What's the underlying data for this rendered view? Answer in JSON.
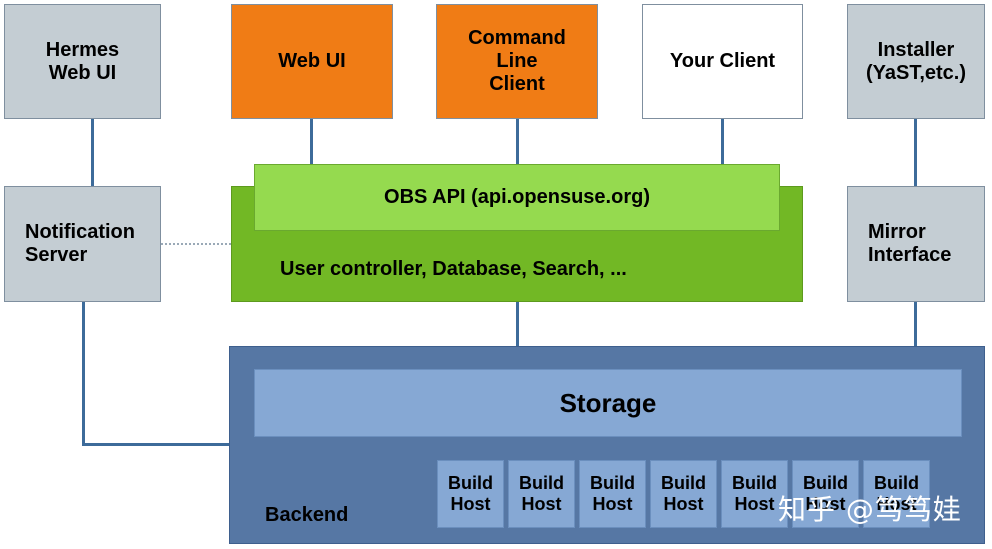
{
  "clients": {
    "hermes": "Hermes\nWeb UI",
    "webui": "Web UI",
    "cli": "Command\nLine\nClient",
    "your_client": "Your Client",
    "installer": "Installer\n(YaST,etc.)"
  },
  "middle": {
    "notification": "Notification\nServer",
    "obs_api": "OBS API (api.opensuse.org)",
    "controllers": "User controller, Database, Search, ...",
    "mirror": "Mirror\nInterface"
  },
  "backend": {
    "label": "Backend",
    "storage": "Storage",
    "build_hosts": [
      "Build\nHost",
      "Build\nHost",
      "Build\nHost",
      "Build\nHost",
      "Build\nHost",
      "Build\nHost",
      "Build\nHost"
    ]
  },
  "watermark": "知乎 @笃笃娃",
  "colors": {
    "grey": "#c4cdd3",
    "orange": "#f07c15",
    "green_dark": "#72b825",
    "green_light": "#95da4f",
    "backend_blue": "#5677a4",
    "storage_blue": "#86a8d4",
    "connector": "#3d6b9a"
  }
}
